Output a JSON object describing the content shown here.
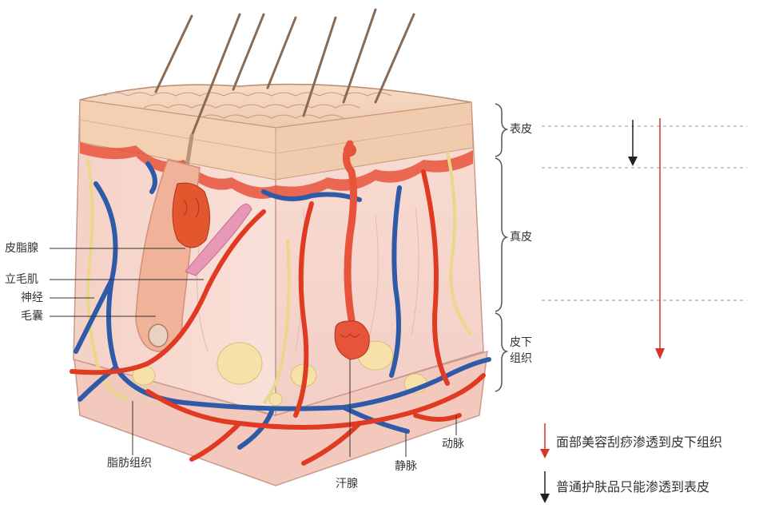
{
  "labels": {
    "sebaceous_gland": "皮脂腺",
    "arrector_pili": "立毛肌",
    "nerve": "神经",
    "hair_follicle": "毛囊",
    "adipose_tissue": "脂肪组织",
    "sweat_gland": "汗腺",
    "vein": "静脉",
    "artery": "动脉"
  },
  "layers": {
    "epidermis": "表皮",
    "dermis": "真皮",
    "subcutaneous_1": "皮下",
    "subcutaneous_2": "组织"
  },
  "legend": {
    "red_arrow_text": "面部美容刮痧渗透到皮下组织",
    "black_arrow_text": "普通护肤品只能渗透到表皮"
  },
  "colors": {
    "artery": "#e03a22",
    "vein": "#2f5aa8",
    "nerve": "#e8d98a",
    "skin_surface": "#f3d3b8",
    "dermis": "#f6d6cf",
    "red_arrow": "#d9342b",
    "black_arrow": "#222222"
  }
}
